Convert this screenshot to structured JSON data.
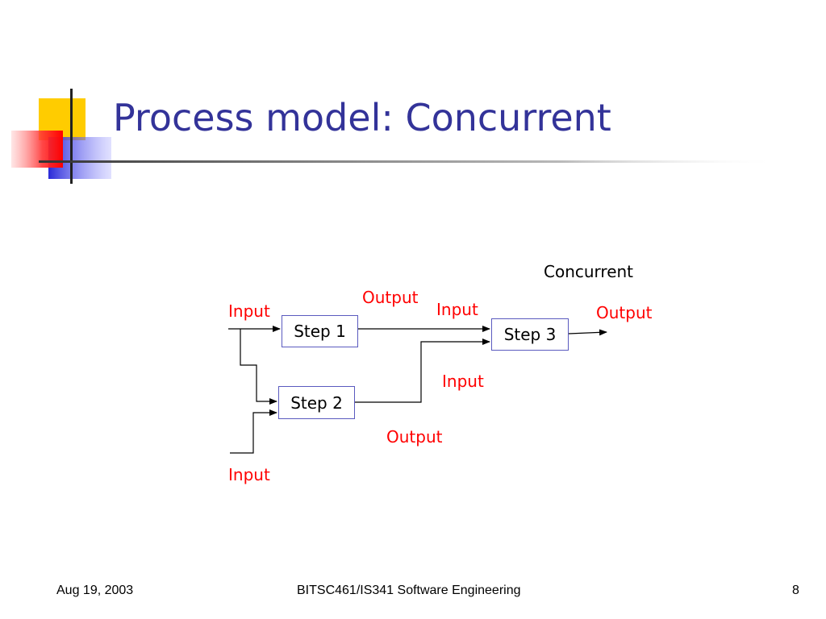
{
  "slide": {
    "title": "Process model: Concurrent"
  },
  "diagram": {
    "heading": "Concurrent",
    "step1": "Step 1",
    "step2": "Step 2",
    "step3": "Step 3",
    "input_step1": "Input",
    "input_step2": "Input",
    "output_step1": "Output",
    "input_step3_top": "Input",
    "input_step3_bottom": "Input",
    "output_step2": "Output",
    "output_step3": "Output"
  },
  "footer": {
    "date": "Aug 19, 2003",
    "course": "BITSC461/IS341 Software Engineering",
    "page": "8"
  },
  "colors": {
    "title": "#333399",
    "label_red": "#ff0000",
    "box_border": "#5a5abf"
  }
}
